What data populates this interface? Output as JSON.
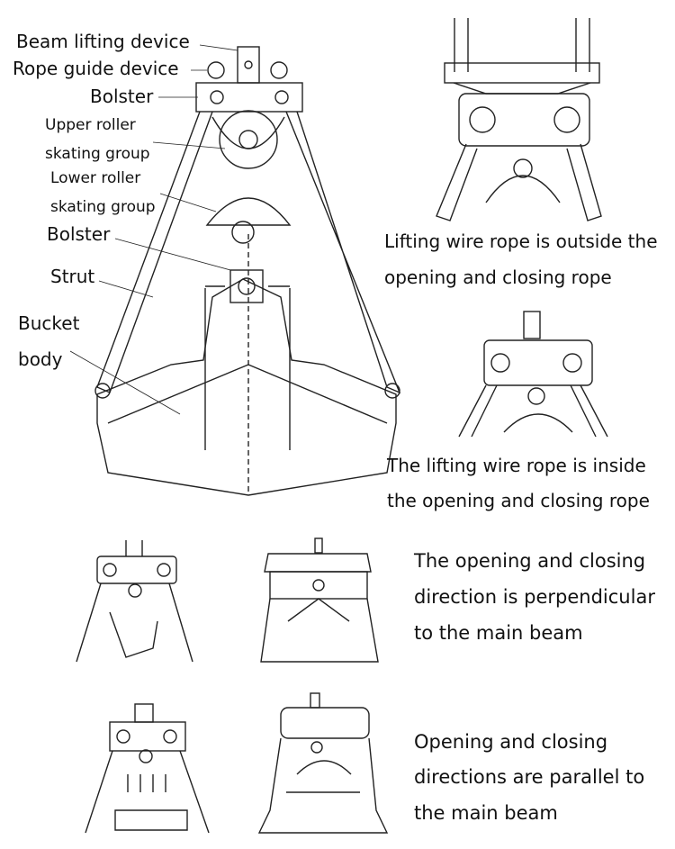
{
  "main_diagram": {
    "labels": {
      "beam_lifting_device": "Beam lifting device",
      "rope_guide_device": "Rope guide device",
      "bolster_top": "Bolster",
      "upper_roller_1": "Upper roller",
      "upper_roller_2": "skating group",
      "lower_roller_1": "Lower roller",
      "lower_roller_2": "skating group",
      "bolster_lower": "Bolster",
      "strut": "Strut",
      "bucket_1": "Bucket",
      "bucket_2": "body"
    }
  },
  "variants": [
    {
      "lines": [
        "Lifting wire rope is outside the",
        "opening and closing rope"
      ]
    },
    {
      "lines": [
        "The lifting wire rope is inside",
        "the opening and closing rope"
      ]
    },
    {
      "lines": [
        "The opening and closing",
        "direction is perpendicular",
        "to the main beam"
      ]
    },
    {
      "lines": [
        "Opening and closing",
        "directions are parallel to",
        "the main beam"
      ]
    }
  ]
}
